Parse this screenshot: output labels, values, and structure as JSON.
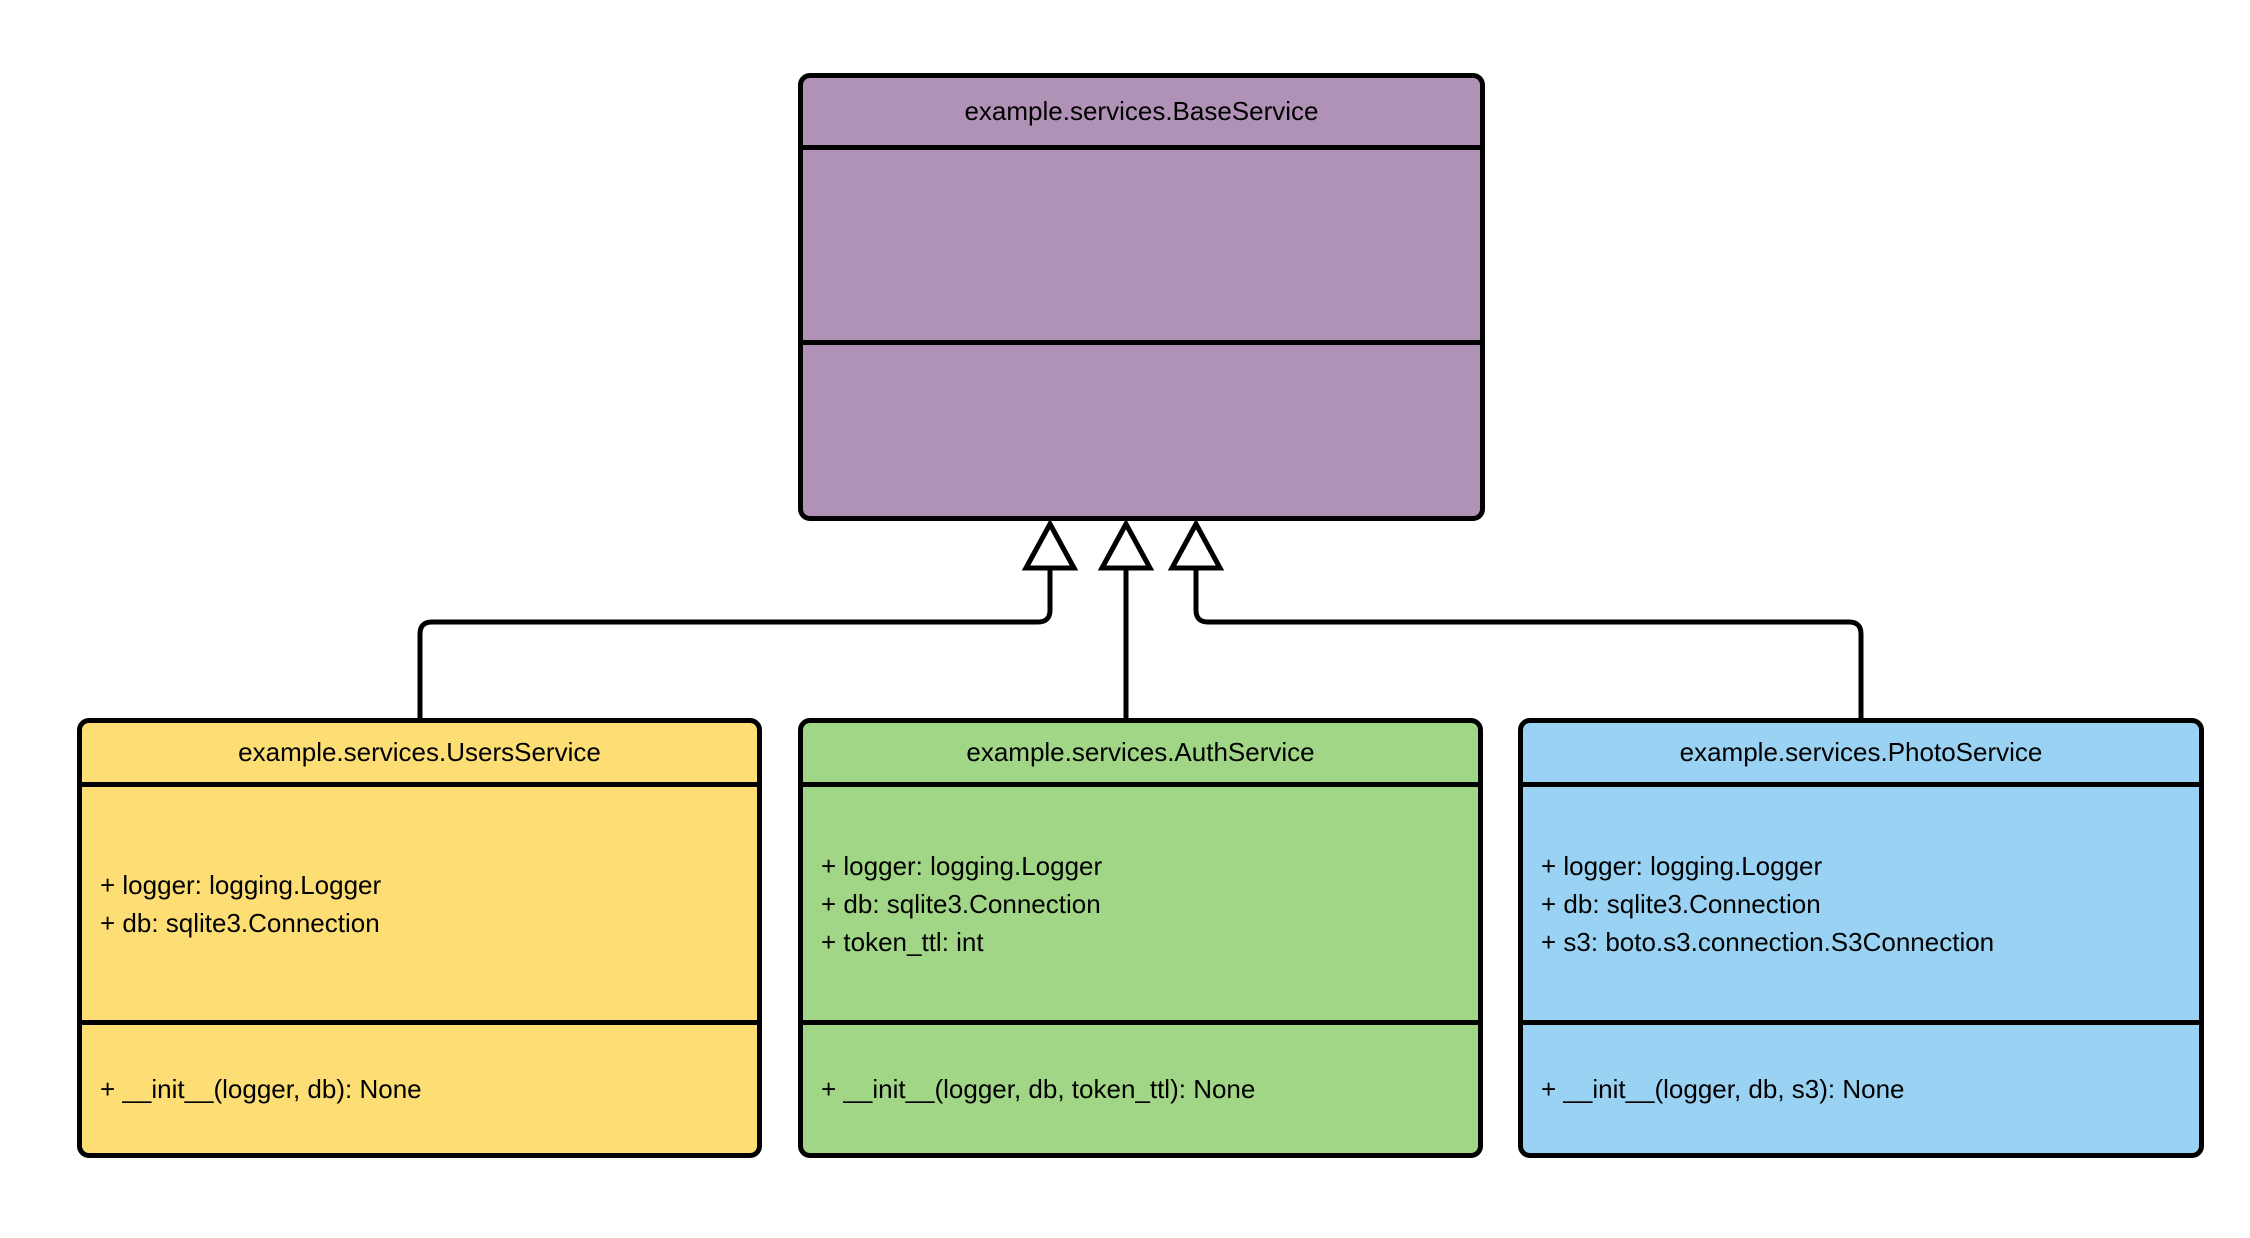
{
  "diagram": {
    "type": "uml-class-diagram",
    "background": "#ffffff",
    "stroke_color": "#000000",
    "text_color": "#000000",
    "arrowhead_fill": "#ffffff",
    "classes": [
      {
        "id": "base",
        "name": "example.services.BaseService",
        "fill": "#b192b7",
        "attributes": [],
        "methods": []
      },
      {
        "id": "users",
        "name": "example.services.UsersService",
        "fill": "#fdde75",
        "attributes": [
          "+ logger: logging.Logger",
          "+ db: sqlite3.Connection"
        ],
        "methods": [
          "+ __init__(logger, db): None"
        ]
      },
      {
        "id": "auth",
        "name": "example.services.AuthService",
        "fill": "#a0d685",
        "attributes": [
          "+ logger: logging.Logger",
          "+ db: sqlite3.Connection",
          "+ token_ttl: int"
        ],
        "methods": [
          "+ __init__(logger, db, token_ttl): None"
        ]
      },
      {
        "id": "photo",
        "name": "example.services.PhotoService",
        "fill": "#99d2f2",
        "attributes": [
          "+ logger: logging.Logger",
          "+ db: sqlite3.Connection",
          "+ s3: boto.s3.connection.S3Connection"
        ],
        "methods": [
          "+ __init__(logger, db, s3): None"
        ]
      }
    ],
    "relationships": [
      {
        "from": "example.services.UsersService",
        "to": "example.services.BaseService",
        "type": "inheritance"
      },
      {
        "from": "example.services.AuthService",
        "to": "example.services.BaseService",
        "type": "inheritance"
      },
      {
        "from": "example.services.PhotoService",
        "to": "example.services.BaseService",
        "type": "inheritance"
      }
    ]
  }
}
